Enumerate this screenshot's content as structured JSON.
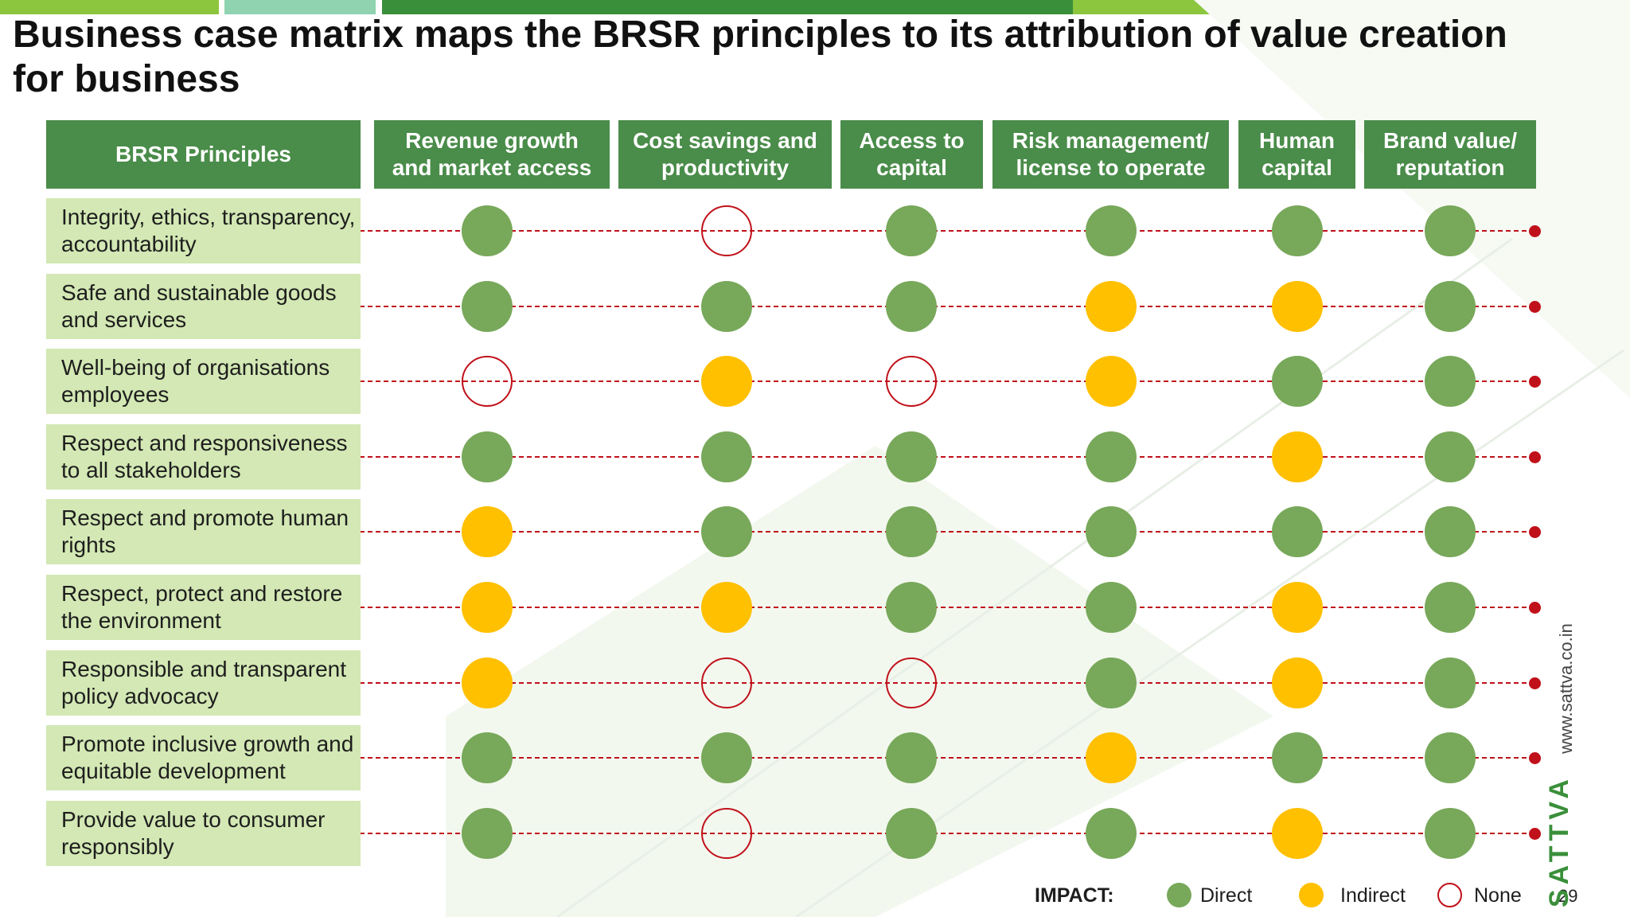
{
  "title": "Business case matrix maps the BRSR principles to its attribution of value creation for business",
  "colors": {
    "header_green": "#4a8c4a",
    "label_bg": "#d3e8b4",
    "direct": "#78a85a",
    "indirect": "#ffc000",
    "none_border": "#c0111a",
    "row_line": "#c0111a"
  },
  "matrix": {
    "corner_header": "BRSR Principles",
    "columns": [
      "Revenue growth and market access",
      "Cost savings and productivity",
      "Access to capital",
      "Risk management/ license to operate",
      "Human capital",
      "Brand value/ reputation"
    ],
    "rows": [
      {
        "label": "Integrity, ethics, transparency, accountability",
        "impact": [
          "direct",
          "none",
          "direct",
          "direct",
          "direct",
          "direct"
        ]
      },
      {
        "label": "Safe and sustainable goods and services",
        "impact": [
          "direct",
          "direct",
          "direct",
          "indirect",
          "indirect",
          "direct"
        ]
      },
      {
        "label": "Well-being of organisations employees",
        "impact": [
          "none",
          "indirect",
          "none",
          "indirect",
          "direct",
          "direct"
        ]
      },
      {
        "label": "Respect and responsiveness to all stakeholders",
        "impact": [
          "direct",
          "direct",
          "direct",
          "direct",
          "indirect",
          "direct"
        ]
      },
      {
        "label": "Respect and promote human rights",
        "impact": [
          "indirect",
          "direct",
          "direct",
          "direct",
          "direct",
          "direct"
        ]
      },
      {
        "label": "Respect, protect and restore the environment",
        "impact": [
          "indirect",
          "indirect",
          "direct",
          "direct",
          "indirect",
          "direct"
        ]
      },
      {
        "label": "Responsible and transparent policy advocacy",
        "impact": [
          "indirect",
          "none",
          "none",
          "direct",
          "indirect",
          "direct"
        ]
      },
      {
        "label": "Promote inclusive growth and equitable development",
        "impact": [
          "direct",
          "direct",
          "direct",
          "indirect",
          "direct",
          "direct"
        ]
      },
      {
        "label": "Provide value to consumer responsibly",
        "impact": [
          "direct",
          "none",
          "direct",
          "direct",
          "indirect",
          "direct"
        ]
      }
    ]
  },
  "legend": {
    "title": "IMPACT:",
    "direct": "Direct",
    "indirect": "Indirect",
    "none": "None"
  },
  "page_number": "29",
  "brand": {
    "url": "www.sattva.co.in",
    "name": "SATTVA"
  }
}
